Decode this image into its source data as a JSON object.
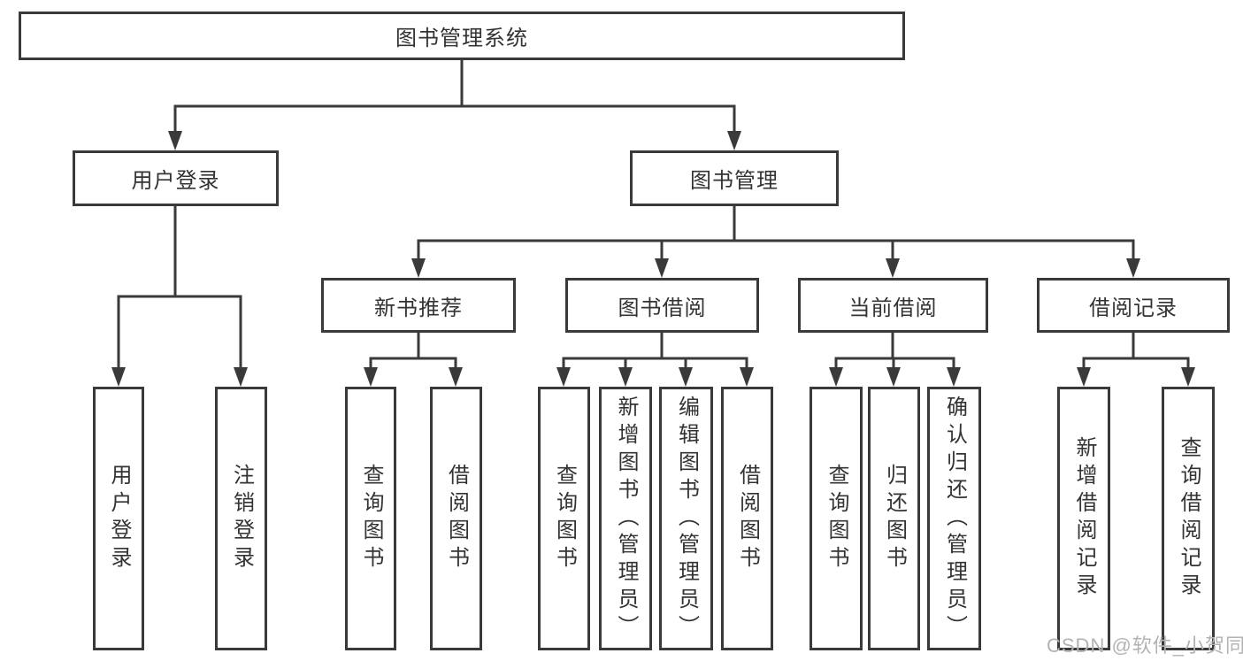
{
  "colors": {
    "line": "#3a3a3a",
    "text": "#333333",
    "background": "#ffffff",
    "watermark": "#b3b3b3"
  },
  "diagram": {
    "root": {
      "label": "图书管理系统"
    },
    "branches": [
      {
        "label": "用户登录",
        "leaves": [
          "用户登录",
          "注销登录"
        ]
      },
      {
        "label": "图书管理",
        "children": [
          {
            "label": "新书推荐",
            "leaves": [
              "查询图书",
              "借阅图书"
            ]
          },
          {
            "label": "图书借阅",
            "leaves": [
              "查询图书",
              "新增图书（管理员）",
              "编辑图书（管理员）",
              "借阅图书"
            ]
          },
          {
            "label": "当前借阅",
            "leaves": [
              "查询图书",
              "归还图书",
              "确认归还（管理员）"
            ]
          },
          {
            "label": "借阅记录",
            "leaves": [
              "新增借阅记录",
              "查询借阅记录"
            ]
          }
        ]
      }
    ]
  },
  "watermark": {
    "text": "CSDN @软件_小贺同学"
  }
}
